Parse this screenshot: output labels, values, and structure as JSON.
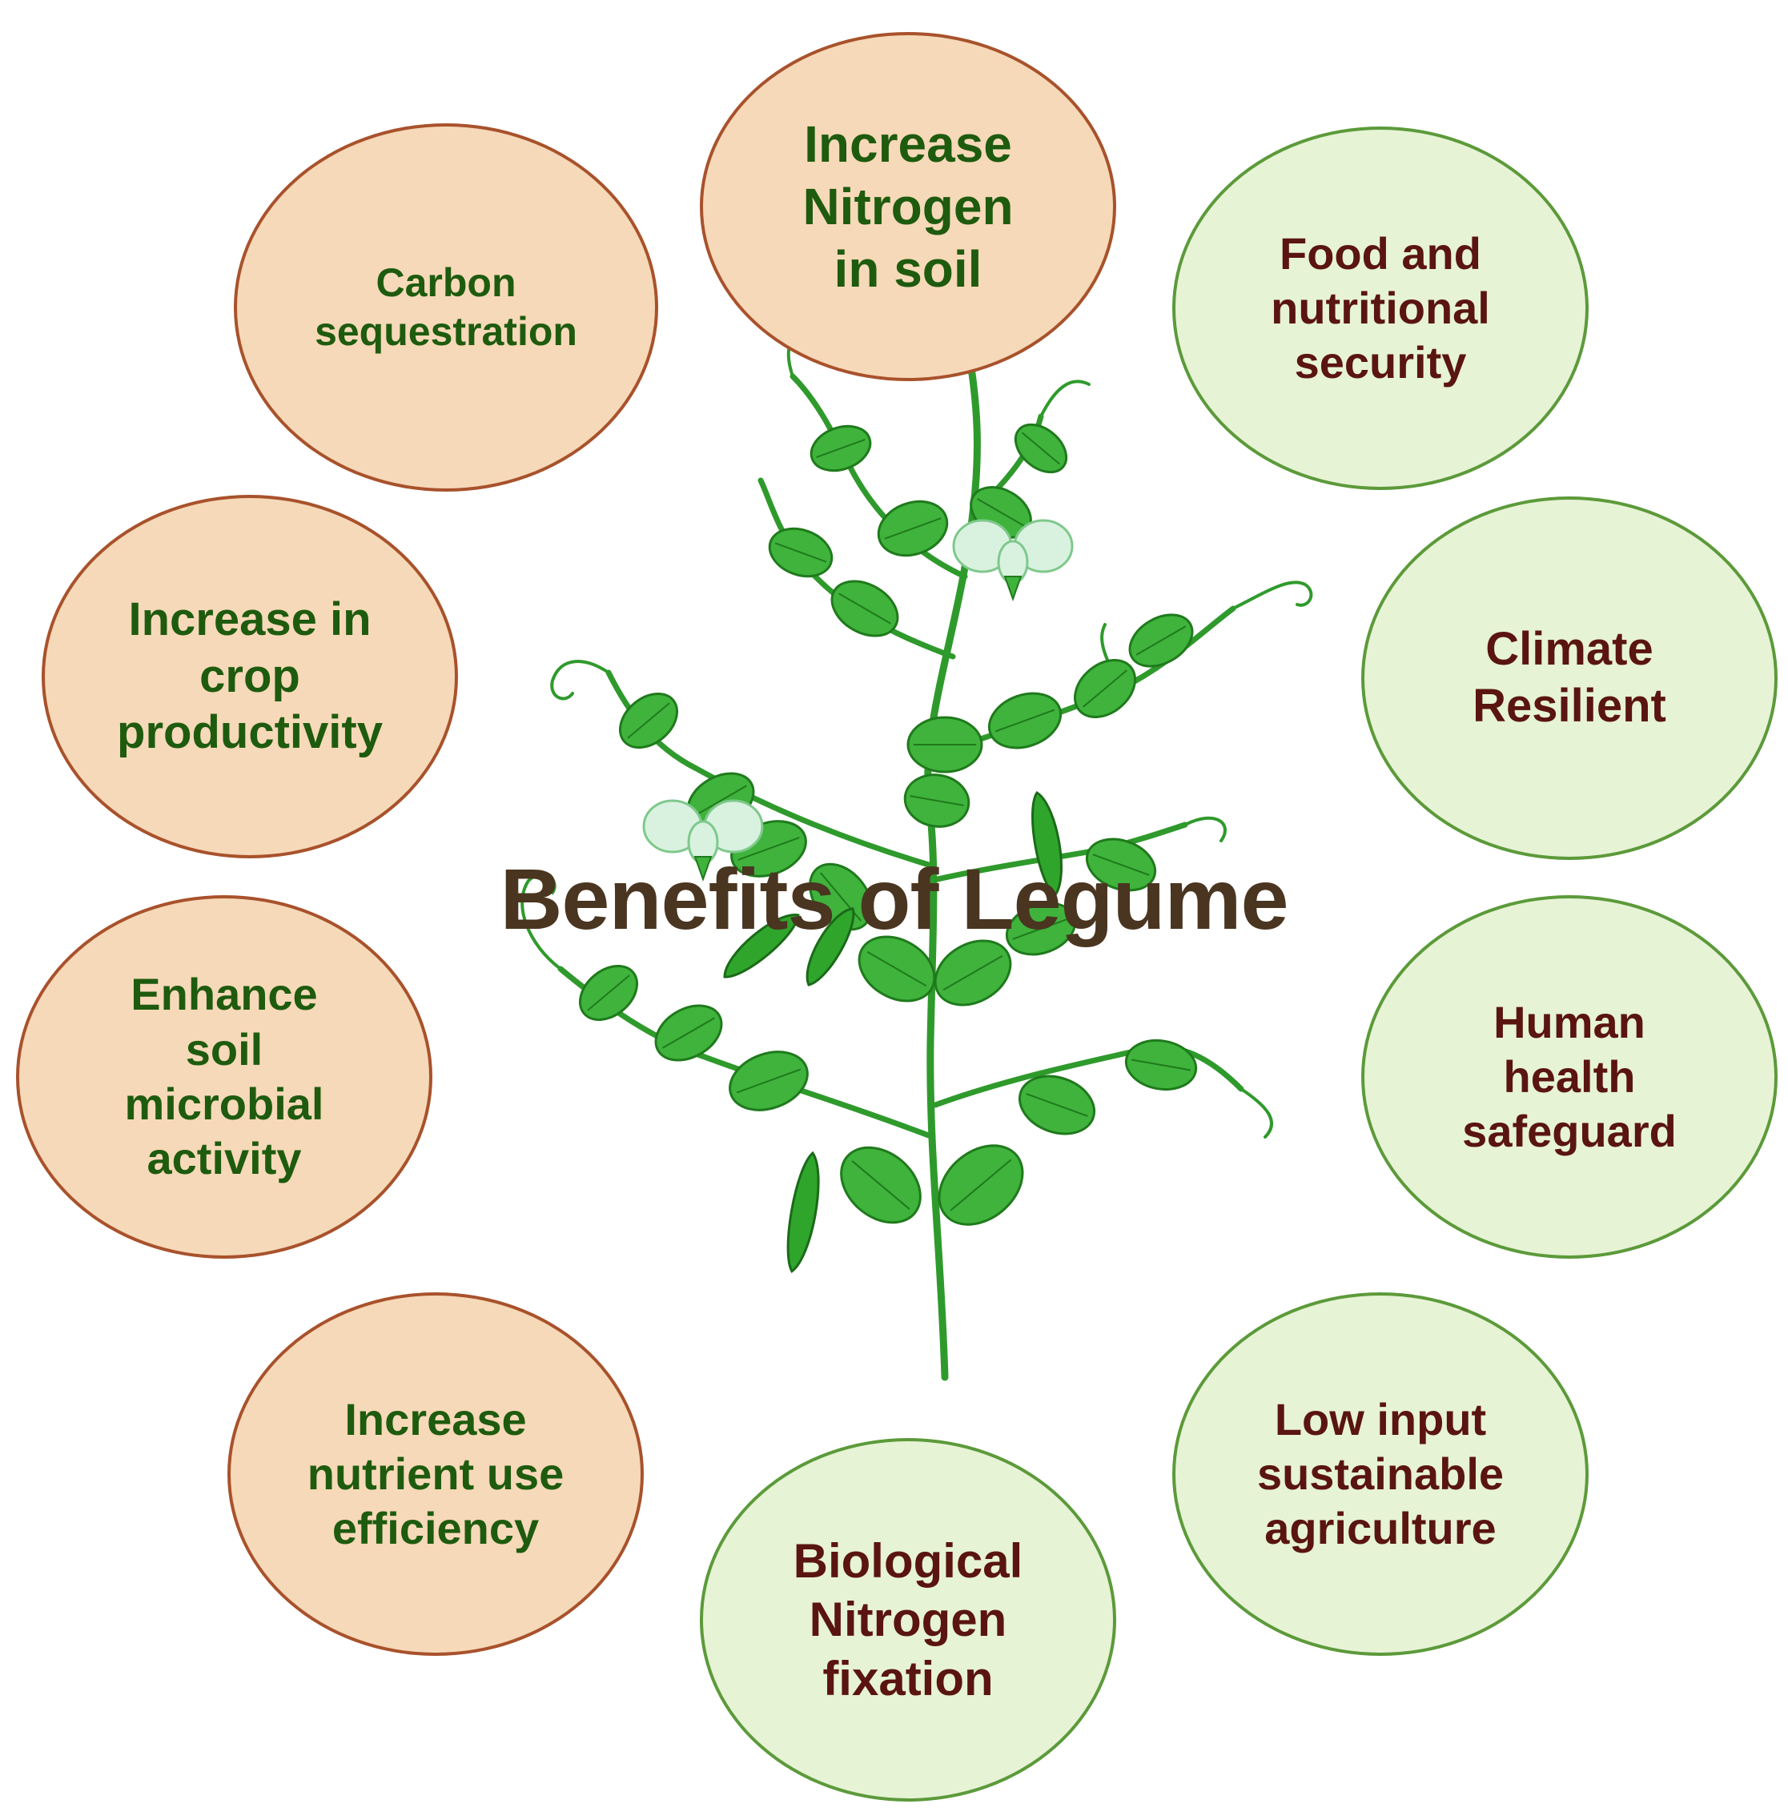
{
  "title": "Benefits of Legume",
  "colors": {
    "soil_fill": "#f6d9b8",
    "soil_border": "#a8522c",
    "soil_text": "#1e5b0f",
    "human_fill": "#e6f3d5",
    "human_border": "#5c9a3a",
    "human_text": "#5a1510",
    "title": "#4a3520",
    "leaf": "#3fb33c",
    "leaf_dark": "#1f7a1c",
    "stem": "#2f9a2c",
    "flower": "#d9f2e0"
  },
  "center_icon": "pea-plant-icon",
  "benefits": [
    {
      "id": "increase-nitrogen-in-soil",
      "text": "Increase\nNitrogen\nin soil",
      "group": "soil"
    },
    {
      "id": "food-and-nutritional-security",
      "text": "Food and\nnutritional\nsecurity",
      "group": "human"
    },
    {
      "id": "climate-resilient",
      "text": "Climate\nResilient",
      "group": "human"
    },
    {
      "id": "human-health-safeguard",
      "text": "Human\nhealth\nsafeguard",
      "group": "human"
    },
    {
      "id": "low-input-sustainable-agriculture",
      "text": "Low input\nsustainable\nagriculture",
      "group": "human"
    },
    {
      "id": "biological-nitrogen-fixation",
      "text": "Biological\nNitrogen\nfixation",
      "group": "human"
    },
    {
      "id": "increase-nutrient-use-efficiency",
      "text": "Increase\nnutrient use\nefficiency",
      "group": "soil"
    },
    {
      "id": "enhance-soil-microbial-activity",
      "text": "Enhance\nsoil\nmicrobial\nactivity",
      "group": "soil"
    },
    {
      "id": "increase-in-crop-productivity",
      "text": "Increase in\ncrop\nproductivity",
      "group": "soil"
    },
    {
      "id": "carbon-sequestration",
      "text": "Carbon\nsequestration",
      "group": "soil"
    }
  ]
}
